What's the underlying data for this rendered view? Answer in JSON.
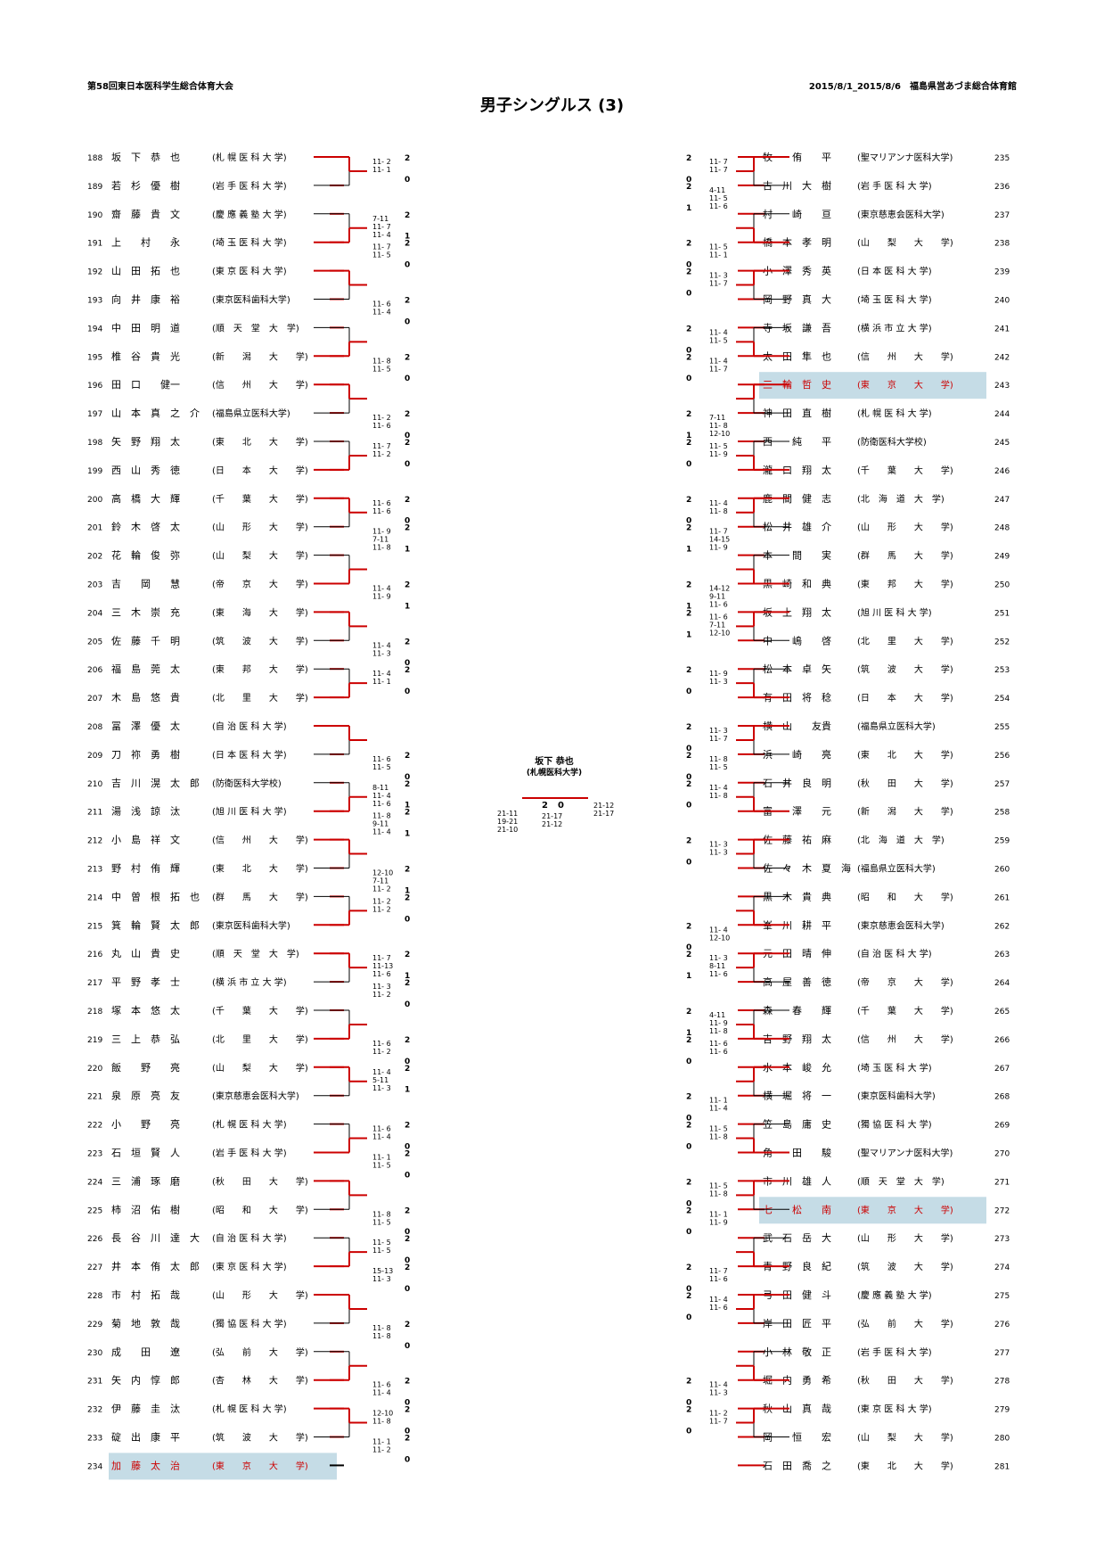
{
  "header": {
    "event": "第58回東日本医科学生総合体育大会",
    "date_venue": "2015/8/1_2015/8/6　福島県営あづま総合体育館"
  },
  "title": "男子シングルス (3)",
  "final": {
    "winner_name": "坂下 恭也",
    "winner_school": "(札幌医科大学)",
    "score_left": "2",
    "score_right": "0",
    "games_left": [
      "21-11",
      "19-21",
      "21-10"
    ],
    "games_center": [
      "21-17",
      "21-12"
    ],
    "games_right": [
      "21-12",
      "21-17"
    ]
  },
  "left_players": [
    {
      "no": "188",
      "name": "坂　下　恭　也",
      "school": "札 幌 医 科 大 学"
    },
    {
      "no": "189",
      "name": "若　杉　優　樹",
      "school": "岩 手 医 科 大 学"
    },
    {
      "no": "190",
      "name": "齋　藤　貴　文",
      "school": "慶 應 義 塾 大 学"
    },
    {
      "no": "191",
      "name": "上　　村　　永",
      "school": "埼 玉 医 科 大 学"
    },
    {
      "no": "192",
      "name": "山　田　拓　也",
      "school": "東 京 医 科 大 学"
    },
    {
      "no": "193",
      "name": "向　井　康　裕",
      "school": "東京医科歯科大学"
    },
    {
      "no": "194",
      "name": "中　田　明　道",
      "school": "順　天　堂　大　学"
    },
    {
      "no": "195",
      "name": "椎　谷　貴　光",
      "school": "新　　潟　　大　　学"
    },
    {
      "no": "196",
      "name": "田　口　　健一",
      "school": "信　　州　　大　　学"
    },
    {
      "no": "197",
      "name": "山　本　真　之　介",
      "school": "福島県立医科大学"
    },
    {
      "no": "198",
      "name": "矢　野　翔　太",
      "school": "東　　北　　大　　学"
    },
    {
      "no": "199",
      "name": "西　山　秀　徳",
      "school": "日　　本　　大　　学"
    },
    {
      "no": "200",
      "name": "高　橋　大　輝",
      "school": "千　　葉　　大　　学"
    },
    {
      "no": "201",
      "name": "鈴　木　啓　太",
      "school": "山　　形　　大　　学"
    },
    {
      "no": "202",
      "name": "花　輪　俊　弥",
      "school": "山　　梨　　大　　学"
    },
    {
      "no": "203",
      "name": "吉　　岡　　慧",
      "school": "帝　　京　　大　　学"
    },
    {
      "no": "204",
      "name": "三　木　崇　充",
      "school": "東　　海　　大　　学"
    },
    {
      "no": "205",
      "name": "佐　藤　千　明",
      "school": "筑　　波　　大　　学"
    },
    {
      "no": "206",
      "name": "福　島　莞　太",
      "school": "東　　邦　　大　　学"
    },
    {
      "no": "207",
      "name": "木　島　悠　貴",
      "school": "北　　里　　大　　学"
    },
    {
      "no": "208",
      "name": "冨　澤　優　太",
      "school": "自 治 医 科 大 学"
    },
    {
      "no": "209",
      "name": "刀　祢　勇　樹",
      "school": "日 本 医 科 大 学"
    },
    {
      "no": "210",
      "name": "吉　川　滉　太　郎",
      "school": "防衛医科大学校"
    },
    {
      "no": "211",
      "name": "湯　浅　諒　汰",
      "school": "旭 川 医 科 大 学"
    },
    {
      "no": "212",
      "name": "小　島　祥　文",
      "school": "信　　州　　大　　学"
    },
    {
      "no": "213",
      "name": "野　村　侑　輝",
      "school": "東　　北　　大　　学"
    },
    {
      "no": "214",
      "name": "中　曽　根　拓　也",
      "school": "群　　馬　　大　　学"
    },
    {
      "no": "215",
      "name": "箕　輪　賢　太　郎",
      "school": "東京医科歯科大学"
    },
    {
      "no": "216",
      "name": "丸　山　貴　史",
      "school": "順　天　堂　大　学"
    },
    {
      "no": "217",
      "name": "平　野　孝　士",
      "school": "横 浜 市 立 大 学"
    },
    {
      "no": "218",
      "name": "塚　本　悠　太",
      "school": "千　　葉　　大　　学"
    },
    {
      "no": "219",
      "name": "三　上　恭　弘",
      "school": "北　　里　　大　　学"
    },
    {
      "no": "220",
      "name": "飯　　野　　亮",
      "school": "山　　梨　　大　　学"
    },
    {
      "no": "221",
      "name": "泉　原　亮　友",
      "school": "東京慈恵会医科大学"
    },
    {
      "no": "222",
      "name": "小　　野　　亮",
      "school": "札 幌 医 科 大 学"
    },
    {
      "no": "223",
      "name": "石　垣　賢　人",
      "school": "岩 手 医 科 大 学"
    },
    {
      "no": "224",
      "name": "三　浦　琢　磨",
      "school": "秋　　田　　大　　学"
    },
    {
      "no": "225",
      "name": "柿　沼　佑　樹",
      "school": "昭　　和　　大　　学"
    },
    {
      "no": "226",
      "name": "長　谷　川　達　大",
      "school": "自 治 医 科 大 学"
    },
    {
      "no": "227",
      "name": "井　本　侑　太　郎",
      "school": "東 京 医 科 大 学"
    },
    {
      "no": "228",
      "name": "市　村　拓　哉",
      "school": "山　　形　　大　　学"
    },
    {
      "no": "229",
      "name": "菊　地　敦　哉",
      "school": "獨 協 医 科 大 学"
    },
    {
      "no": "230",
      "name": "成　　田　　遼",
      "school": "弘　　前　　大　　学"
    },
    {
      "no": "231",
      "name": "矢　内　惇　郎",
      "school": "杏　　林　　大　　学"
    },
    {
      "no": "232",
      "name": "伊　藤　圭　汰",
      "school": "札 幌 医 科 大 学"
    },
    {
      "no": "233",
      "name": "碇　出　康　平",
      "school": "筑　　波　　大　　学"
    },
    {
      "no": "234",
      "name": "加　藤　太　治",
      "school": "東　　京　　大　　学"
    }
  ],
  "right_players": [
    {
      "no": "235",
      "name": "牧　　侑　　平",
      "school": "聖マリアンナ医科大学"
    },
    {
      "no": "236",
      "name": "古　川　大　樹",
      "school": "岩 手 医 科 大 学"
    },
    {
      "no": "237",
      "name": "村　　崎　　亘",
      "school": "東京慈恵会医科大学"
    },
    {
      "no": "238",
      "name": "橋　本　孝　明",
      "school": "山　　梨　　大　　学"
    },
    {
      "no": "239",
      "name": "小　澤　秀　英",
      "school": "日 本 医 科 大 学"
    },
    {
      "no": "240",
      "name": "岡　野　真　大",
      "school": "埼 玉 医 科 大 学"
    },
    {
      "no": "241",
      "name": "寺　坂　謙　吾",
      "school": "横 浜 市 立 大 学"
    },
    {
      "no": "242",
      "name": "太　田　隼　也",
      "school": "信　　州　　大　　学"
    },
    {
      "no": "243",
      "name": "三　輪　哲　史",
      "school": "東　　京　　大　　学"
    },
    {
      "no": "244",
      "name": "神　田　直　樹",
      "school": "札 幌 医 科 大 学"
    },
    {
      "no": "245",
      "name": "西　　純　　平",
      "school": "防衛医科大学校"
    },
    {
      "no": "246",
      "name": "瀧　口　翔　太",
      "school": "千　　葉　　大　　学"
    },
    {
      "no": "247",
      "name": "鹿　間　健　志",
      "school": "北　海　道　大　学"
    },
    {
      "no": "248",
      "name": "松　井　雄　介",
      "school": "山　　形　　大　　学"
    },
    {
      "no": "249",
      "name": "本　　間　　実",
      "school": "群　　馬　　大　　学"
    },
    {
      "no": "250",
      "name": "黒　崎　和　典",
      "school": "東　　邦　　大　　学"
    },
    {
      "no": "251",
      "name": "坂　上　翔　太",
      "school": "旭 川 医 科 大 学"
    },
    {
      "no": "252",
      "name": "中　　嶋　　啓",
      "school": "北　　里　　大　　学"
    },
    {
      "no": "253",
      "name": "松　本　卓　矢",
      "school": "筑　　波　　大　　学"
    },
    {
      "no": "254",
      "name": "有　田　将　稔",
      "school": "日　　本　　大　　学"
    },
    {
      "no": "255",
      "name": "横　山　　友貴",
      "school": "福島県立医科大学"
    },
    {
      "no": "256",
      "name": "浜　　崎　　亮",
      "school": "東　　北　　大　　学"
    },
    {
      "no": "257",
      "name": "石　井　良　明",
      "school": "秋　　田　　大　　学"
    },
    {
      "no": "258",
      "name": "富　　澤　　元",
      "school": "新　　潟　　大　　学"
    },
    {
      "no": "259",
      "name": "佐　藤　祐　麻",
      "school": "北　海　道　大　学"
    },
    {
      "no": "260",
      "name": "佐　々　木　夏　海",
      "school": "福島県立医科大学"
    },
    {
      "no": "261",
      "name": "黒　木　貴　典",
      "school": "昭　　和　　大　　学"
    },
    {
      "no": "262",
      "name": "峯　川　耕　平",
      "school": "東京慈恵会医科大学"
    },
    {
      "no": "263",
      "name": "元　田　晴　伸",
      "school": "自 治 医 科 大 学"
    },
    {
      "no": "264",
      "name": "高　屋　善　徳",
      "school": "帝　　京　　大　　学"
    },
    {
      "no": "265",
      "name": "森　　春　　輝",
      "school": "千　　葉　　大　　学"
    },
    {
      "no": "266",
      "name": "吉　野　翔　太",
      "school": "信　　州　　大　　学"
    },
    {
      "no": "267",
      "name": "水　本　峻　允",
      "school": "埼 玉 医 科 大 学"
    },
    {
      "no": "268",
      "name": "横　堀　将　一",
      "school": "東京医科歯科大学"
    },
    {
      "no": "269",
      "name": "笠　島　庸　史",
      "school": "獨 協 医 科 大 学"
    },
    {
      "no": "270",
      "name": "角　　田　　駿",
      "school": "聖マリアンナ医科大学"
    },
    {
      "no": "271",
      "name": "市　川　雄　人",
      "school": "順　天　堂　大　学"
    },
    {
      "no": "272",
      "name": "七　　松　　南",
      "school": "東　　京　　大　　学"
    },
    {
      "no": "273",
      "name": "武　石　岳　大",
      "school": "山　　形　　大　　学"
    },
    {
      "no": "274",
      "name": "青　野　良　紀",
      "school": "筑　　波　　大　　学"
    },
    {
      "no": "275",
      "name": "弓　田　健　斗",
      "school": "慶 應 義 塾 大 学"
    },
    {
      "no": "276",
      "name": "岸　田　匠　平",
      "school": "弘　　前　　大　　学"
    },
    {
      "no": "277",
      "name": "小　林　敬　正",
      "school": "岩 手 医 科 大 学"
    },
    {
      "no": "278",
      "name": "堀　内　勇　希",
      "school": "秋　　田　　大　　学"
    },
    {
      "no": "279",
      "name": "秋　山　真　哉",
      "school": "東 京 医 科 大 学"
    },
    {
      "no": "280",
      "name": "岡　　恒　　宏",
      "school": "山　　梨　　大　　学"
    },
    {
      "no": "281",
      "name": "石　田　喬　之",
      "school": "東　　北　　大　　学"
    }
  ],
  "highlights": {
    "left": [
      "234"
    ],
    "right": [
      "243",
      "272"
    ]
  },
  "colors": {
    "winner_line": "#cc0000",
    "loser_line": "#000000",
    "highlight_bg": "#c5dce6",
    "highlight_text": "#cc0000"
  },
  "left_scores": [
    {
      "row": 0,
      "games": [
        "11- 2",
        "11- 1"
      ],
      "w": "2",
      "l": "0"
    },
    {
      "row": 2,
      "games": [
        "7-11",
        "11- 7",
        "11- 4"
      ],
      "w": "2",
      "l": "1"
    },
    {
      "row": 3,
      "games": [
        "11- 7",
        "11- 5"
      ],
      "w": "2",
      "l": "0"
    },
    {
      "row": 5,
      "games": [
        "11- 6",
        "11- 4"
      ],
      "w": "2",
      "l": "0"
    },
    {
      "row": 7,
      "games": [
        "11- 8",
        "11- 5"
      ],
      "w": "2",
      "l": "0"
    },
    {
      "row": 9,
      "games": [
        "11- 2",
        "11- 6"
      ],
      "w": "2",
      "l": "0"
    },
    {
      "row": 10,
      "games": [
        "11- 7",
        "11- 2"
      ],
      "w": "2",
      "l": "0"
    },
    {
      "row": 12,
      "games": [
        "11- 6",
        "11- 6"
      ],
      "w": "2",
      "l": "0"
    },
    {
      "row": 13,
      "games": [
        "11- 9",
        "7-11",
        "11- 8"
      ],
      "w": "2",
      "l": "1"
    },
    {
      "row": 15,
      "games": [
        "11- 4",
        "11- 9"
      ],
      "w": "2",
      "l": "1"
    },
    {
      "row": 17,
      "games": [
        "11- 4",
        "11- 3"
      ],
      "w": "2",
      "l": "0"
    },
    {
      "row": 18,
      "games": [
        "11- 4",
        "11- 1"
      ],
      "w": "2",
      "l": "0"
    },
    {
      "row": 21,
      "games": [
        "11- 6",
        "11- 5"
      ],
      "w": "2",
      "l": "0"
    },
    {
      "row": 22,
      "games": [
        "8-11",
        "11- 4",
        "11- 6"
      ],
      "w": "2",
      "l": "1"
    },
    {
      "row": 23,
      "games": [
        "11- 8",
        "9-11",
        "11- 4"
      ],
      "w": "2",
      "l": "1"
    },
    {
      "row": 25,
      "games": [
        "12-10",
        "7-11",
        "11- 2"
      ],
      "w": "2",
      "l": "1"
    },
    {
      "row": 26,
      "games": [
        "11- 2",
        "11- 2"
      ],
      "w": "2",
      "l": "0"
    },
    {
      "row": 28,
      "games": [
        "11- 7",
        "11-13",
        "11- 6"
      ],
      "w": "2",
      "l": "1"
    },
    {
      "row": 29,
      "games": [
        "11- 3",
        "11- 2"
      ],
      "w": "2",
      "l": "0"
    },
    {
      "row": 31,
      "games": [
        "11- 6",
        "11- 2"
      ],
      "w": "2",
      "l": "0"
    },
    {
      "row": 32,
      "games": [
        "11- 4",
        "5-11",
        "11- 3"
      ],
      "w": "2",
      "l": "1"
    },
    {
      "row": 34,
      "games": [
        "11- 6",
        "11- 4"
      ],
      "w": "2",
      "l": "0"
    },
    {
      "row": 35,
      "games": [
        "11- 1",
        "11- 5"
      ],
      "w": "2",
      "l": "0"
    },
    {
      "row": 37,
      "games": [
        "11- 8",
        "11- 5"
      ],
      "w": "2",
      "l": "0"
    },
    {
      "row": 38,
      "games": [
        "11- 5",
        "11- 5"
      ],
      "w": "2",
      "l": "0"
    },
    {
      "row": 39,
      "games": [
        "15-13",
        "11- 3"
      ],
      "w": "2",
      "l": "0"
    },
    {
      "row": 41,
      "games": [
        "11- 8",
        "11- 8"
      ],
      "w": "2",
      "l": "0"
    },
    {
      "row": 43,
      "games": [
        "11- 6",
        "11- 4"
      ],
      "w": "2",
      "l": "0"
    },
    {
      "row": 44,
      "games": [
        "12-10",
        "11- 8"
      ],
      "w": "2",
      "l": "0"
    },
    {
      "row": 45,
      "games": [
        "11- 1",
        "11- 2"
      ],
      "w": "2",
      "l": "0"
    }
  ],
  "right_scores": [
    {
      "row": 0,
      "games": [
        "11- 7",
        "11- 7"
      ],
      "w": "2",
      "l": "0"
    },
    {
      "row": 1,
      "games": [
        "4-11",
        "11- 5",
        "11- 6"
      ],
      "w": "2",
      "l": "1"
    },
    {
      "row": 3,
      "games": [
        "11- 5",
        "11- 1"
      ],
      "w": "2",
      "l": "0"
    },
    {
      "row": 4,
      "games": [
        "11- 3",
        "11- 7"
      ],
      "w": "2",
      "l": "0"
    },
    {
      "row": 6,
      "games": [
        "11- 4",
        "11- 5"
      ],
      "w": "2",
      "l": "0"
    },
    {
      "row": 7,
      "games": [
        "11- 4",
        "11- 7"
      ],
      "w": "2",
      "l": "0"
    },
    {
      "row": 9,
      "games": [
        "7-11",
        "11- 8",
        "12-10"
      ],
      "w": "2",
      "l": "1"
    },
    {
      "row": 10,
      "games": [
        "11- 5",
        "11- 9"
      ],
      "w": "2",
      "l": "0"
    },
    {
      "row": 12,
      "games": [
        "11- 4",
        "11- 8"
      ],
      "w": "2",
      "l": "0"
    },
    {
      "row": 13,
      "games": [
        "11- 7",
        "14-15",
        "11- 9"
      ],
      "w": "2",
      "l": "1"
    },
    {
      "row": 15,
      "games": [
        "14-12",
        "9-11",
        "11- 6"
      ],
      "w": "2",
      "l": "1"
    },
    {
      "row": 16,
      "games": [
        "11- 6",
        "7-11",
        "12-10"
      ],
      "w": "2",
      "l": "1"
    },
    {
      "row": 18,
      "games": [
        "11- 9",
        "11- 3"
      ],
      "w": "2",
      "l": "0"
    },
    {
      "row": 20,
      "games": [
        "11- 3",
        "11- 7"
      ],
      "w": "2",
      "l": "0"
    },
    {
      "row": 21,
      "games": [
        "11- 8",
        "11- 5"
      ],
      "w": "2",
      "l": "0"
    },
    {
      "row": 22,
      "games": [
        "11- 4",
        "11- 8"
      ],
      "w": "2",
      "l": "0"
    },
    {
      "row": 24,
      "games": [
        "11- 3",
        "11- 3"
      ],
      "w": "2",
      "l": "0"
    },
    {
      "row": 27,
      "games": [
        "11- 4",
        "12-10"
      ],
      "w": "2",
      "l": "0"
    },
    {
      "row": 28,
      "games": [
        "11- 3",
        "8-11",
        "11- 6"
      ],
      "w": "2",
      "l": "1"
    },
    {
      "row": 30,
      "games": [
        "4-11",
        "11- 9",
        "11- 8"
      ],
      "w": "2",
      "l": "1"
    },
    {
      "row": 31,
      "games": [
        "11- 6",
        "11- 6"
      ],
      "w": "2",
      "l": "0"
    },
    {
      "row": 33,
      "games": [
        "11- 1",
        "11- 4"
      ],
      "w": "2",
      "l": "0"
    },
    {
      "row": 34,
      "games": [
        "11- 5",
        "11- 8"
      ],
      "w": "2",
      "l": "0"
    },
    {
      "row": 36,
      "games": [
        "11- 5",
        "11- 8"
      ],
      "w": "2",
      "l": "0"
    },
    {
      "row": 37,
      "games": [
        "11- 1",
        "11- 9"
      ],
      "w": "2",
      "l": "0"
    },
    {
      "row": 39,
      "games": [
        "11- 7",
        "11- 6"
      ],
      "w": "2",
      "l": "0"
    },
    {
      "row": 40,
      "games": [
        "11- 4",
        "11- 6"
      ],
      "w": "2",
      "l": "0"
    },
    {
      "row": 42,
      "games": [],
      "w": "",
      "l": ""
    },
    {
      "row": 43,
      "games": [
        "11- 4",
        "11- 3"
      ],
      "w": "2",
      "l": "0"
    },
    {
      "row": 44,
      "games": [
        "11- 2",
        "11- 7"
      ],
      "w": "2",
      "l": "0"
    }
  ]
}
